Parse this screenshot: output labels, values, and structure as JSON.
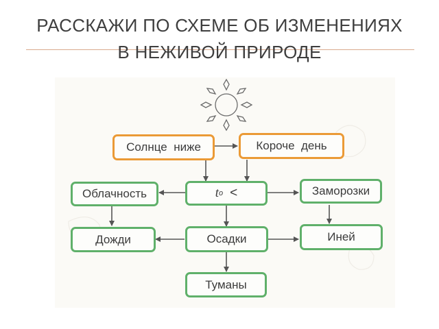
{
  "slide": {
    "title_line1": "РАССКАЖИ ПО СХЕМЕ ОБ ИЗМЕНЕНИЯХ",
    "title_line2": "В НЕЖИВОЙ ПРИРОДЕ"
  },
  "diagram": {
    "sun_icon": "sun-icon",
    "nodes": {
      "sun_lower": "Солнце  ниже",
      "shorter_day": "Короче  день",
      "temperature_symbol": "t",
      "temperature_degree": "о",
      "temperature_sign": "<",
      "cloudiness": "Облачность",
      "frosts": "Заморозки",
      "rains": "Дожди",
      "precipitation": "Осадки",
      "hoarfrost": "Иней",
      "fogs": "Туманы"
    },
    "colors": {
      "orange_border": "#eb9a36",
      "green_border": "#5fb06a",
      "arrow": "#555555",
      "title": "#3e3e3e",
      "rule": "#d9a98c"
    }
  }
}
